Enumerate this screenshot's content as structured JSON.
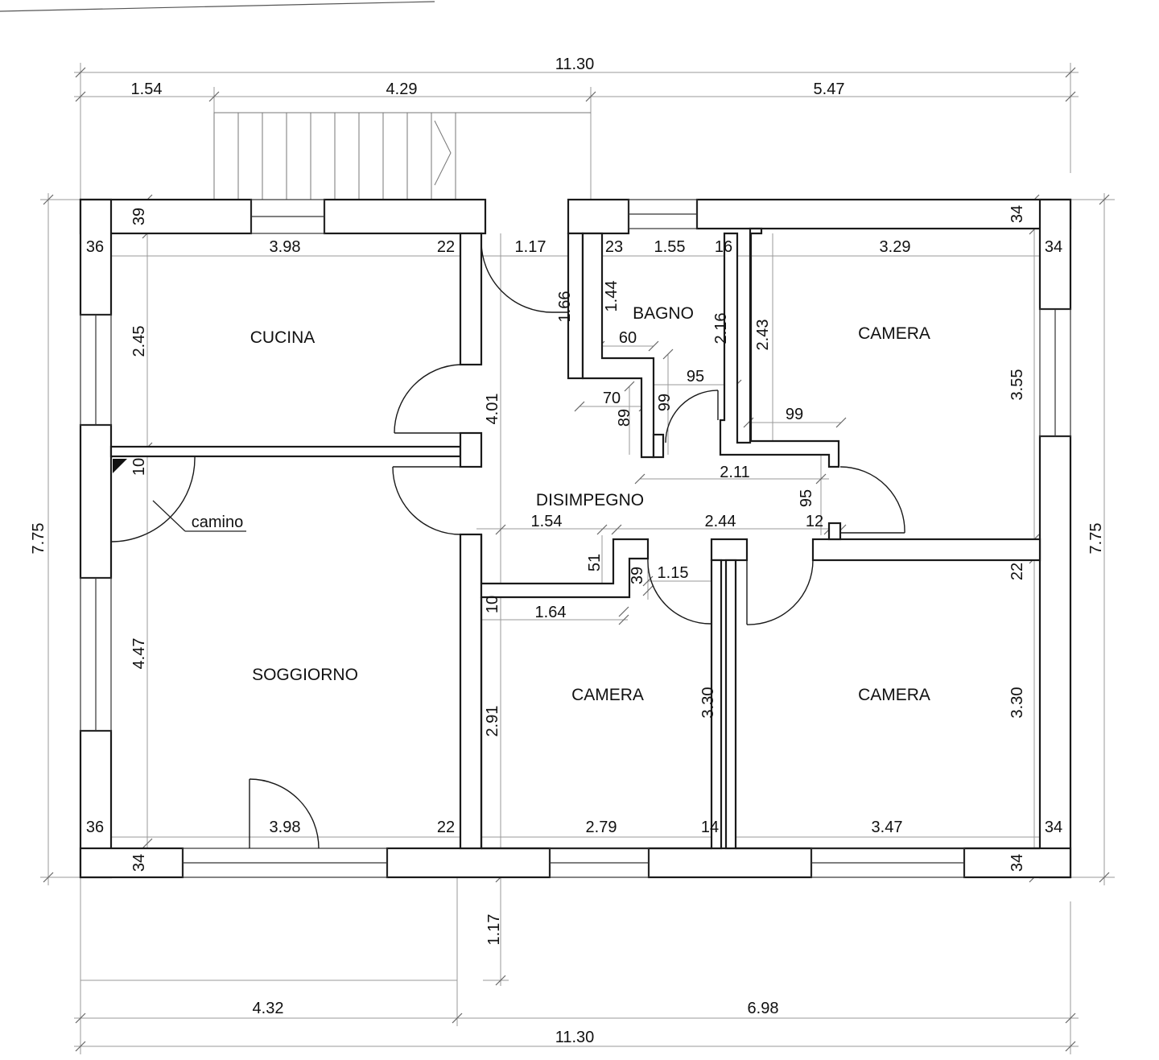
{
  "rooms": {
    "cucina": "CUCINA",
    "soggiorno": "SOGGIORNO",
    "bagno": "BAGNO",
    "disimpegno": "DISIMPEGNO",
    "camera_ne": "CAMERA",
    "camera_s": "CAMERA",
    "camera_se": "CAMERA",
    "camino": "camino"
  },
  "dims": {
    "top_total": "11.30",
    "top_1": "1.54",
    "top_2": "4.29",
    "top_3": "5.47",
    "left_total": "7.75",
    "right_total": "7.75",
    "bottom_1": "4.32",
    "bottom_2": "6.98",
    "bottom_total": "11.30",
    "balcony_depth": "1.17",
    "cucina_wall_top": "39",
    "cucina_wall_left": "36",
    "cucina_width": "3.98",
    "cucina_wall_right": "22",
    "cucina_height": "2.45",
    "corridor_top_width": "1.17",
    "corridor_door": "1.66",
    "bagno_wall_left": "23",
    "bagno_width": "1.55",
    "bagno_wall_right": "16",
    "bagno_h1": "1.44",
    "bagno_h2": "2.16",
    "bagno_60": "60",
    "bagno_95": "95",
    "bagno_70": "70",
    "bagno_89": "89",
    "bagno_99": "99",
    "corridor_height": "4.01",
    "camera_ne_wall_top": "34",
    "camera_ne_wall_right": "34",
    "camera_ne_width": "3.29",
    "camera_ne_h1": "2.43",
    "camera_ne_h2": "3.55",
    "camera_ne_99": "99",
    "dis_211": "2.11",
    "dis_95": "95",
    "dis_12": "12",
    "dis_154": "1.54",
    "dis_244": "2.44",
    "dis_51": "51",
    "dis_39": "39",
    "dis_115": "1.15",
    "sog_10": "10",
    "sog_height": "4.47",
    "sog_wall_left": "36",
    "sog_width": "3.98",
    "sog_wall_right": "22",
    "sog_wall_bottom": "34",
    "cam_s_10": "10",
    "cam_s_164": "1.64",
    "cam_s_h1": "2.91",
    "cam_s_h2": "3.30",
    "cam_s_width": "2.79",
    "cam_s_wall": "14",
    "cam_se_22": "22",
    "cam_se_h": "3.30",
    "cam_se_width": "3.47",
    "cam_se_wall_right": "34",
    "cam_se_wall_bottom": "34"
  }
}
